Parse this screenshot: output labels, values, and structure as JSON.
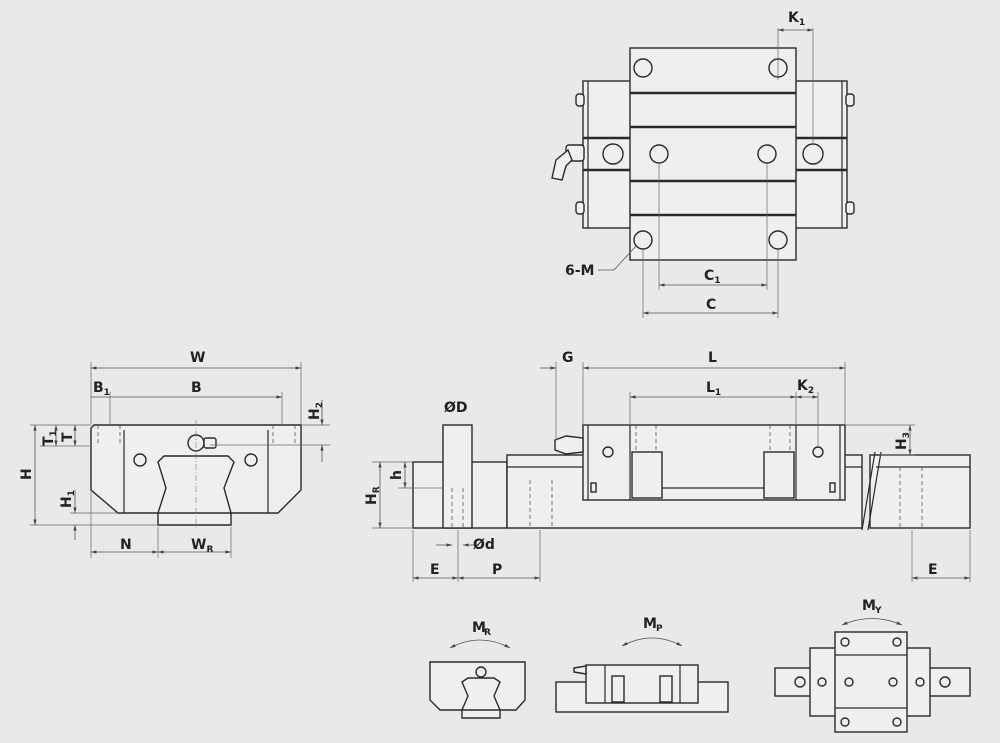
{
  "title": "Linear guide block and rail dimension drawing",
  "labels": {
    "K1": {
      "main": "K",
      "sub": "1"
    },
    "K2": {
      "main": "K",
      "sub": "2"
    },
    "M6": {
      "main": "6-M",
      "sub": ""
    },
    "C1": {
      "main": "C",
      "sub": "1"
    },
    "C": {
      "main": "C",
      "sub": ""
    },
    "W": {
      "main": "W",
      "sub": ""
    },
    "B1": {
      "main": "B",
      "sub": "1"
    },
    "B": {
      "main": "B",
      "sub": ""
    },
    "H2": {
      "main": "H",
      "sub": "2"
    },
    "T1": {
      "main": "T",
      "sub": "1"
    },
    "T": {
      "main": "T",
      "sub": ""
    },
    "H": {
      "main": "H",
      "sub": ""
    },
    "H1": {
      "main": "H",
      "sub": "1"
    },
    "N": {
      "main": "N",
      "sub": ""
    },
    "WR": {
      "main": "W",
      "sub": "R"
    },
    "OD": {
      "main": "ØD",
      "sub": ""
    },
    "h": {
      "main": "h",
      "sub": ""
    },
    "HR": {
      "main": "H",
      "sub": "R"
    },
    "Od": {
      "main": "Ød",
      "sub": ""
    },
    "E": {
      "main": "E",
      "sub": ""
    },
    "P": {
      "main": "P",
      "sub": ""
    },
    "G": {
      "main": "G",
      "sub": ""
    },
    "L": {
      "main": "L",
      "sub": ""
    },
    "L1": {
      "main": "L",
      "sub": "1"
    },
    "H3": {
      "main": "H",
      "sub": "3"
    },
    "E2": {
      "main": "E",
      "sub": ""
    },
    "MR": {
      "main": "M",
      "sub": "R"
    },
    "MP": {
      "main": "M",
      "sub": "P"
    },
    "MY": {
      "main": "M",
      "sub": "Y"
    }
  }
}
